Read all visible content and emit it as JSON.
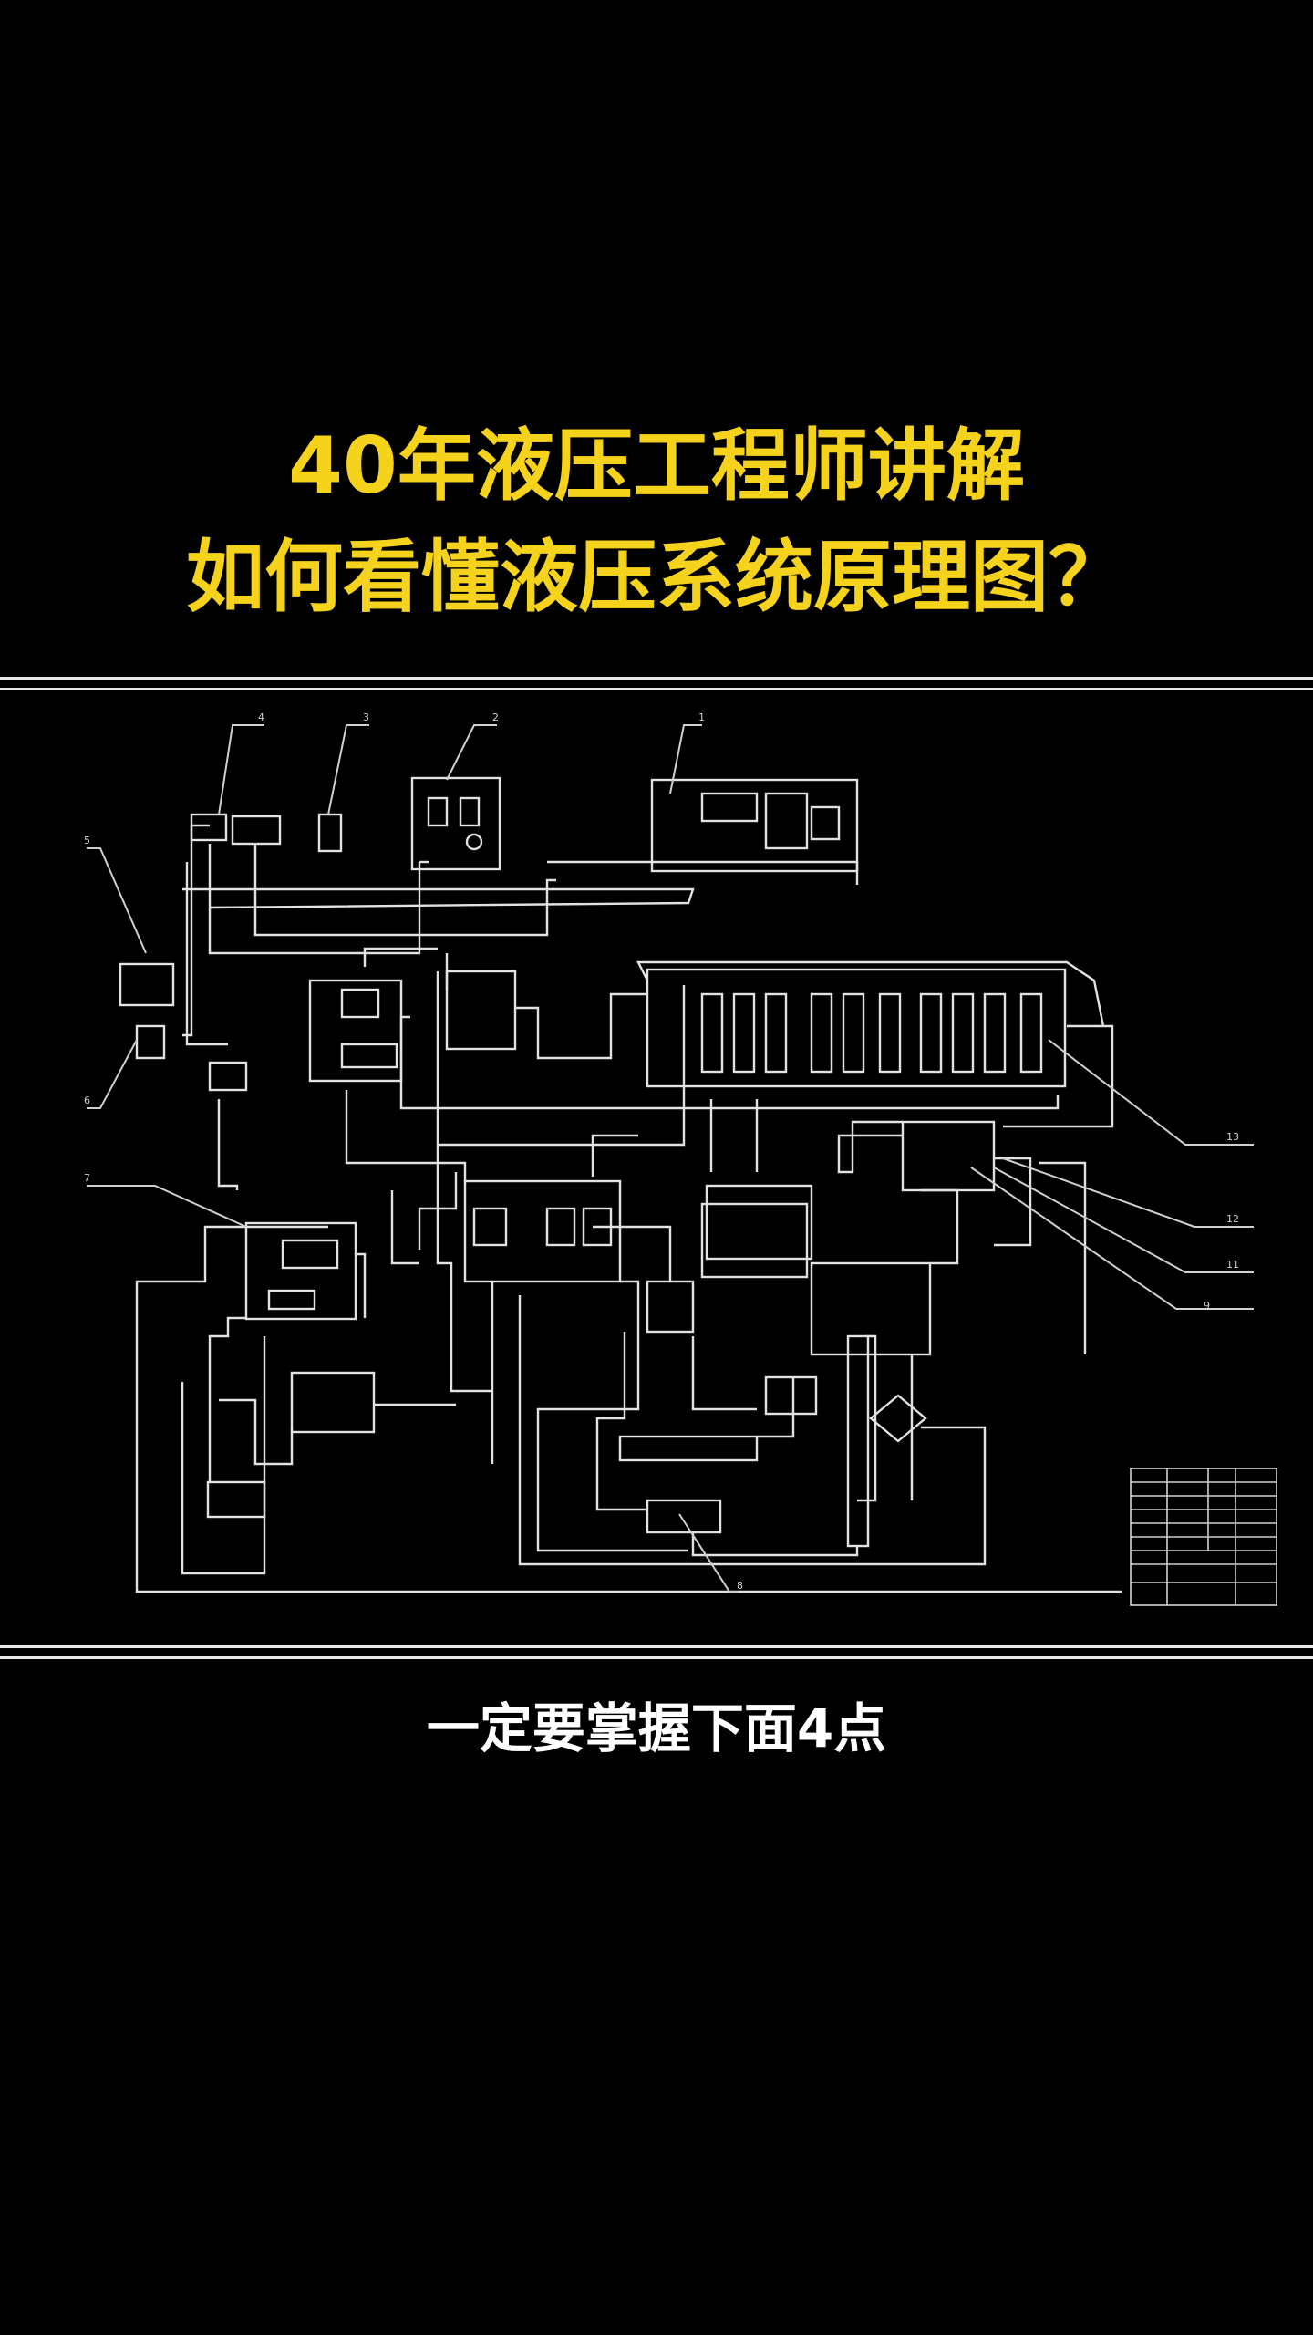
{
  "title_line1": "40年液压工程师讲解",
  "title_line2": "如何看懂液压系统原理图？",
  "subtitle": "一定要掌握下面4点",
  "diagram": {
    "callouts": [
      "1",
      "2",
      "3",
      "4",
      "5",
      "6",
      "7",
      "8",
      "9",
      "11",
      "12",
      "13"
    ]
  },
  "colors": {
    "title": "#f5d21c",
    "lines": "#e8e8e8",
    "background": "#000000"
  }
}
